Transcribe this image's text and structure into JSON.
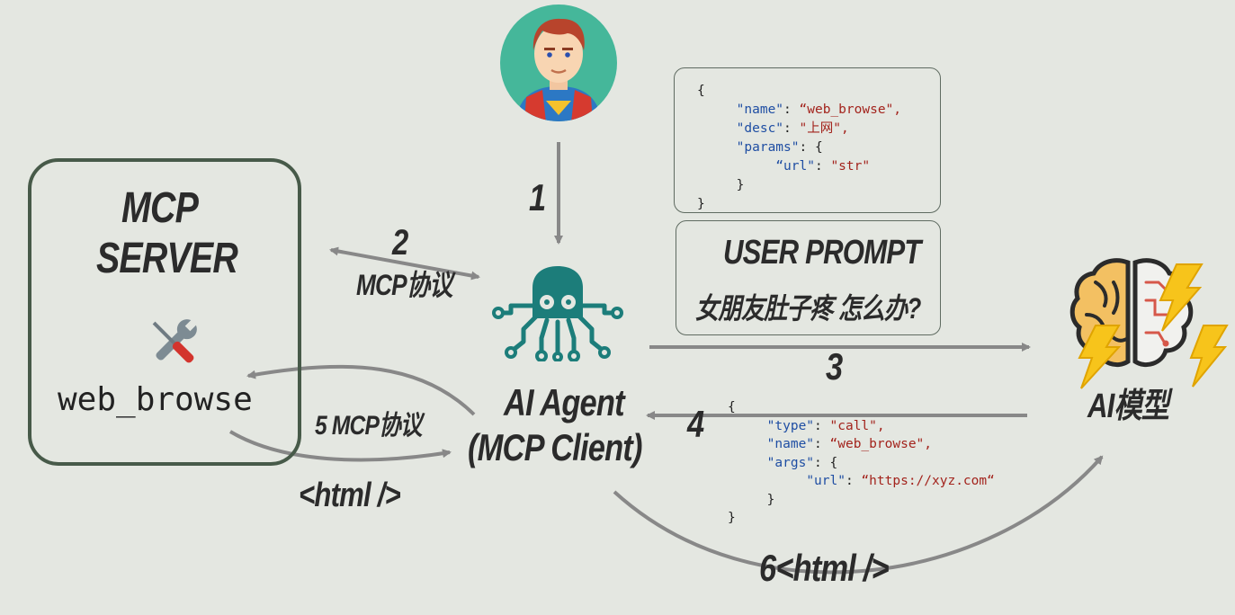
{
  "server": {
    "title_line1": "MCP",
    "title_line2": "SERVER",
    "tool_name": "web_browse",
    "tools_icon": "tools-icon"
  },
  "steps": {
    "s1": "1",
    "s2": "2",
    "s2_label": "MCP协议",
    "s3": "3",
    "s4": "4",
    "s5": "5 MCP协议",
    "s5_output": "<html />",
    "s6": "6<html />"
  },
  "agent": {
    "icon": "octopus-icon",
    "label_line1": "AI Agent",
    "label_line2": "(MCP Client)"
  },
  "user": {
    "icon": "user-avatar-icon"
  },
  "tool_schema": {
    "line_open": "{",
    "name_key": "\"name\"",
    "name_val": "“web_browse\",",
    "desc_key": "\"desc\"",
    "desc_val": "\"上网\",",
    "params_key": "\"params\"",
    "params_open": ": {",
    "url_key": "“url\"",
    "url_val": "\"str\"",
    "inner_close": "}",
    "line_close": "}"
  },
  "prompt": {
    "title": "USER PROMPT",
    "text": "女朋友肚子疼 怎么办?"
  },
  "tool_call": {
    "line_open": "{",
    "type_key": "\"type\"",
    "type_val": "\"call\",",
    "name_key": "\"name\"",
    "name_val": "“web_browse\",",
    "args_key": "\"args\"",
    "args_open": ": {",
    "url_key": "\"url\"",
    "url_val": "“https://xyz.com“",
    "inner_close": "}",
    "line_close": "}"
  },
  "model": {
    "icon": "ai-brain-icon",
    "label": "AI模型"
  },
  "colors": {
    "background": "#e4e7e1",
    "server_border": "#475a49",
    "arrow": "#888888",
    "octopus": "#1c7d7a",
    "json_key": "#1f4ea3",
    "json_string": "#a3241d"
  }
}
